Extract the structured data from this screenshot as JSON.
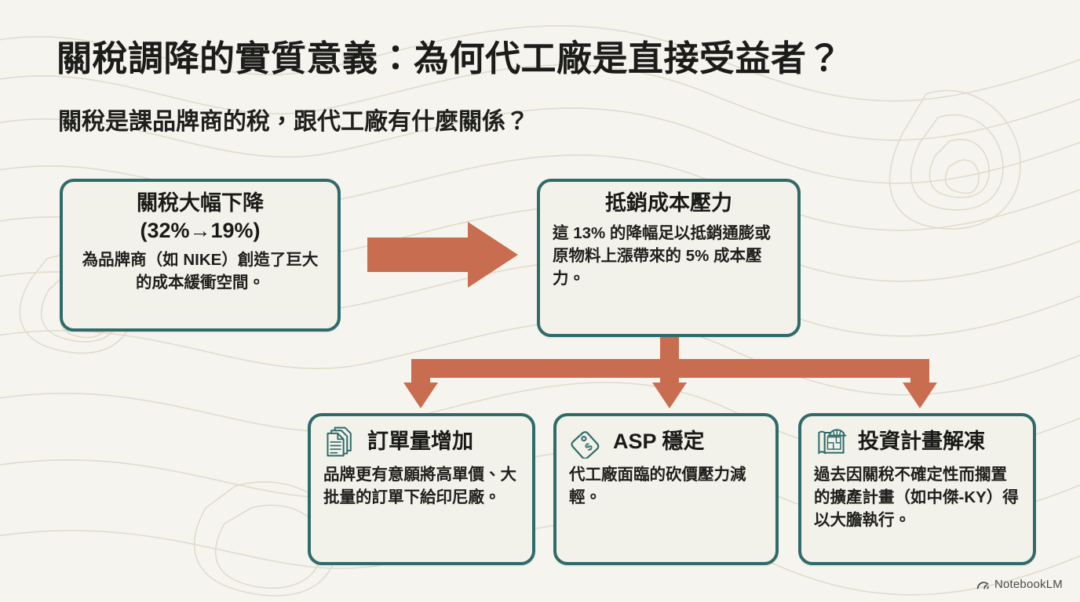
{
  "slide": {
    "title": "關稅調降的實質意義：為何代工廠是直接受益者？",
    "subtitle": "關稅是課品牌商的稅，跟代工廠有什麼關係？",
    "background_color": "#f6f4ee",
    "accent_arrow_color": "#c96d50",
    "box_border_color": "#2f6b6b",
    "box_fill_color": "#f3f2ea",
    "icon_color": "#2f6b6b"
  },
  "nodes": {
    "tariff_drop": {
      "heading": "關稅大幅下降\n(32%→19%)",
      "body": "為品牌商（如 NIKE）創造了巨大的成本緩衝空間。",
      "icon": null
    },
    "offset_cost": {
      "heading": "抵銷成本壓力",
      "body": "這 13% 的降幅足以抵銷通膨或原物料上漲帶來的 5% 成本壓力。",
      "icon": null
    },
    "order_volume": {
      "heading": "訂單量增加",
      "body": "品牌更有意願將高單價、大批量的訂單下給印尼廠。",
      "icon": "documents-icon"
    },
    "asp_stable": {
      "heading": "ASP 穩定",
      "body": "代工廠面臨的砍價壓力減輕。",
      "icon": "price-tag-icon"
    },
    "investment_unfreeze": {
      "heading": "投資計畫解凍",
      "body": "過去因關稅不確定性而擱置的擴產計畫（如中傑-KY）得以大膽執行。",
      "icon": "blueprint-hardhat-icon"
    }
  },
  "arrows": {
    "tariff_to_offset": "horizontal-arrow-right",
    "offset_to_branch": "branching-arrow-three-way-down"
  },
  "watermark": {
    "label": "NotebookLM",
    "icon": "notebooklm-spark-icon"
  }
}
